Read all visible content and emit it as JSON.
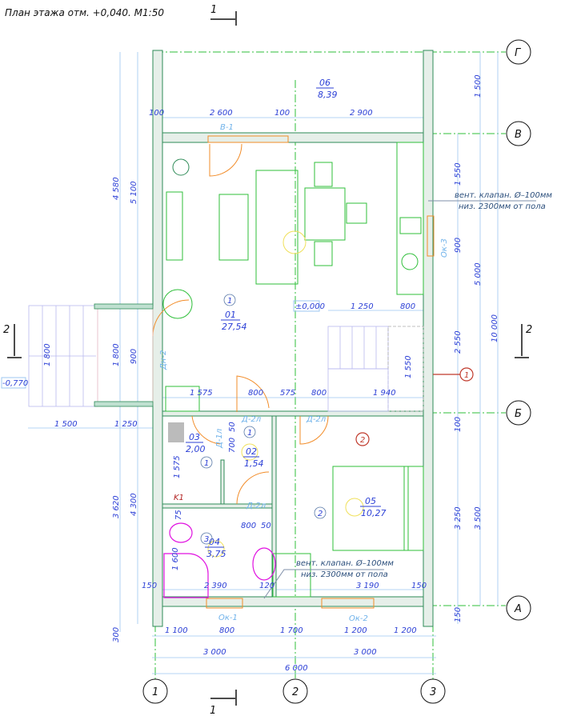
{
  "title": "План этажа отм. +0,040. М1:50",
  "section_marks": {
    "s1_top": "1",
    "s1_bottom": "1",
    "s2_left": "2",
    "s2_right": "2"
  },
  "axes": {
    "g": "Г",
    "v": "В",
    "b": "Б",
    "a": "А",
    "n1": "1",
    "n2": "2",
    "n3": "3"
  },
  "rooms": [
    {
      "num": "06",
      "area": "8,39"
    },
    {
      "num": "01",
      "area": "27,54"
    },
    {
      "num": "03",
      "area": "2,00"
    },
    {
      "num": "02",
      "area": "1,54"
    },
    {
      "num": "04",
      "area": "3,75"
    },
    {
      "num": "05",
      "area": "10,27"
    }
  ],
  "room_marks": [
    "1",
    "1",
    "1",
    "2",
    "3"
  ],
  "red_marks": [
    "1",
    "2"
  ],
  "labels": {
    "v1": "В-1",
    "dn2": "Дн-2",
    "d2l_a": "Д-2л",
    "d2l_b": "Д-2л",
    "d1l": "Д-1л",
    "d2l_c": "Д-2л",
    "ok3": "Ок-3",
    "ok1": "Ок-1",
    "ok2": "Ок-2",
    "k1": "K1",
    "level0": "±0,000",
    "level_ext": "-0,770"
  },
  "notes": {
    "vent_line1": "вент. клапан. Ø–100мм",
    "vent_line2": "низ. 2300мм от пола"
  },
  "dims": {
    "top": [
      "100",
      "2 600",
      "100",
      "2 900"
    ],
    "right_top": "1 500",
    "left": [
      "4 580",
      "5 100",
      "1 800",
      "1 800",
      "900",
      "1 500",
      "1 250",
      "3 620",
      "4 300",
      "300"
    ],
    "right": [
      "1 550",
      "900",
      "5 000",
      "10 000",
      "2 550",
      "100",
      "3 250",
      "3 500",
      "150"
    ],
    "interior": [
      "1 250",
      "800",
      "1 575",
      "800",
      "575",
      "800",
      "1 940",
      "1 550",
      "1 575",
      "700",
      "50",
      "800",
      "50",
      "75",
      "1 600",
      "150",
      "2 390",
      "120",
      "3 190",
      "150"
    ],
    "bottom": [
      "1 100",
      "800",
      "1 700",
      "1 200",
      "1 200",
      "3 000",
      "3 000",
      "6 000"
    ]
  }
}
